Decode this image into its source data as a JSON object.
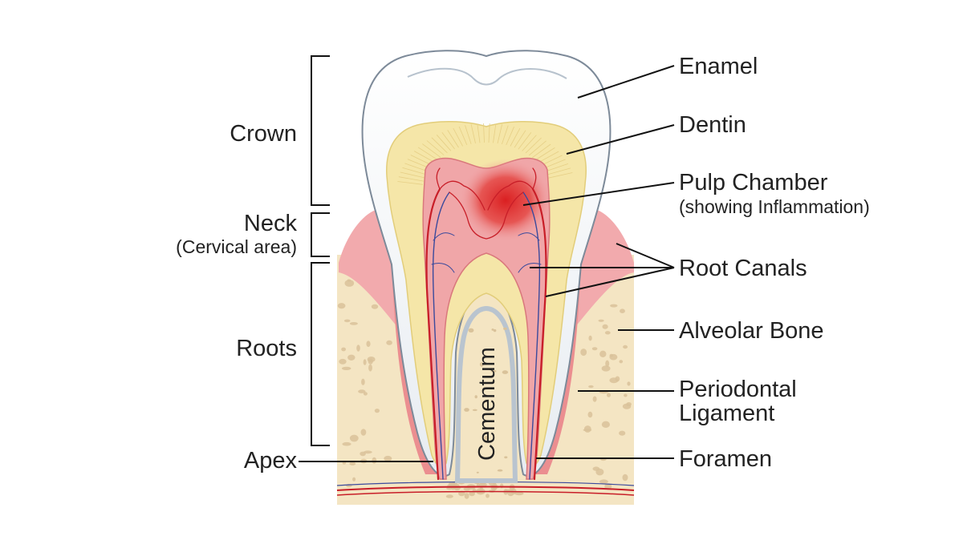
{
  "regions": {
    "crown": "Crown",
    "neck": "Neck",
    "neck_sub": "(Cervical area)",
    "roots": "Roots",
    "apex": "Apex"
  },
  "labels": {
    "enamel": "Enamel",
    "dentin": "Dentin",
    "pulp_chamber": "Pulp Chamber",
    "pulp_chamber_sub": "(showing Inflammation)",
    "root_canals": "Root Canals",
    "alveolar_bone": "Alveolar Bone",
    "periodontal_line1": "Periodontal",
    "periodontal_line2": "Ligament",
    "foramen": "Foramen",
    "cementum": "Cementum"
  },
  "colors": {
    "enamel": "#f2f5f8",
    "dentin": "#f5e6a8",
    "pulp": "#f0a6a8",
    "inflammation": "#e0201c",
    "gum": "#f2aaad",
    "bone": "#f4e5c3",
    "bone_pores": "#d9c29a",
    "vessel": "#c81e28",
    "nerve": "#3b4a9c"
  }
}
